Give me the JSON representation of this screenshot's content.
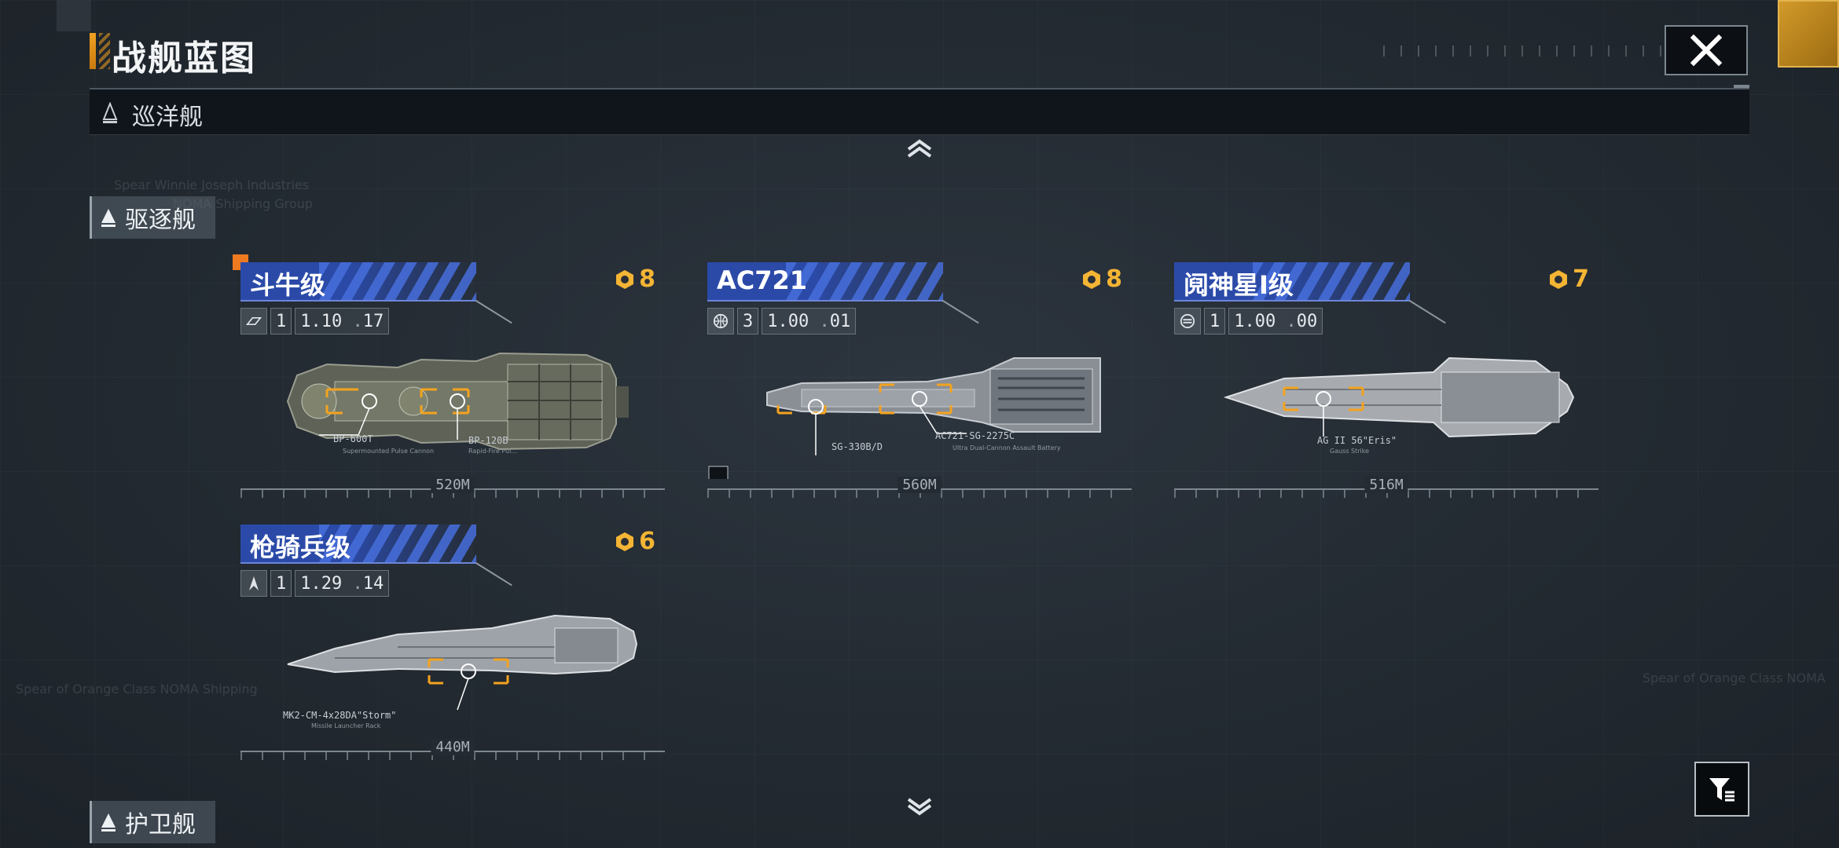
{
  "header": {
    "title": "战舰蓝图",
    "close_icon": "close-icon"
  },
  "category": {
    "label": "巡洋舰",
    "icon": "ship-class-icon"
  },
  "class_tabs": [
    {
      "label": "驱逐舰",
      "icon": "ship-class-icon"
    },
    {
      "label": "护卫舰",
      "icon": "ship-class-icon"
    }
  ],
  "ships": [
    {
      "name": "斗牛级",
      "cost": "8",
      "stat_count": "1",
      "stat_value": "1.10",
      "stat_suffix": "17",
      "length": "520M",
      "weapons": [
        {
          "label": "BP-600T",
          "sub": "Supermounted Pulse Cannon"
        },
        {
          "label": "BP-120B",
          "sub": "Rapid-Fire Pul..."
        }
      ]
    },
    {
      "name": "AC721",
      "cost": "8",
      "stat_count": "3",
      "stat_value": "1.00",
      "stat_suffix": "01",
      "length": "560M",
      "weapons": [
        {
          "label": "AC721-SG-2275C",
          "sub": "Ultra Dual-Cannon Assault Battery"
        },
        {
          "label": "SG-330B/D",
          "sub": ""
        }
      ]
    },
    {
      "name": "阋神星I级",
      "cost": "7",
      "stat_count": "1",
      "stat_value": "1.00",
      "stat_suffix": "00",
      "length": "516M",
      "weapons": [
        {
          "label": "AG II 56\"Eris\"",
          "sub": "Gauss Strike"
        }
      ]
    },
    {
      "name": "枪骑兵级",
      "cost": "6",
      "stat_count": "1",
      "stat_value": "1.29",
      "stat_suffix": "14",
      "length": "440M",
      "weapons": [
        {
          "label": "MK2-CM-4x28DA\"Storm\"",
          "sub": "Missile Launcher Rack"
        }
      ]
    }
  ],
  "colors": {
    "accent": "#f0a020",
    "banner": "#2b4aa8",
    "cost": "#f4b434",
    "background": "#232a33"
  },
  "filter": {
    "icon": "filter-icon"
  },
  "scroll": {
    "up_icon": "chevron-up-icon",
    "down_icon": "chevron-down-icon"
  }
}
